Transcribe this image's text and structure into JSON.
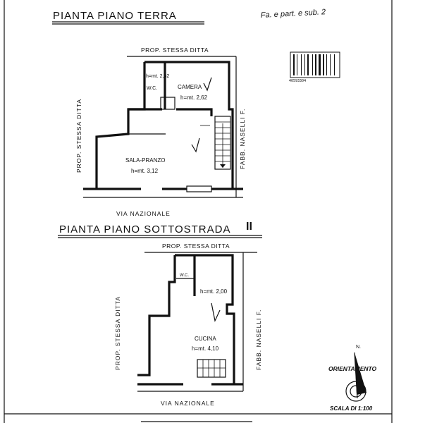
{
  "titles": {
    "ground_floor": "PIANTA  PIANO  TERRA",
    "handwritten_ref": "Fa. e  part. e  sub. 2",
    "basement": "PIANTA  PIANO  SOTTOSTRADA",
    "basement_numeral": "II"
  },
  "barcode": {
    "number": "40593304"
  },
  "ground_floor": {
    "north_neighbor": "PROP. STESSA DITTA",
    "west_neighbor": "PROP. STESSA DITTA",
    "east_neighbor": "FABB. NASELLI F.",
    "street": "VIA NAZIONALE",
    "rooms": {
      "wc_height": "h=mt. 2,62",
      "wc_label": "W.C.",
      "camera_label": "CAMERA",
      "camera_height": "h=mt. 2,62",
      "sala_label": "SALA-PRANZO",
      "sala_height": "h=mt. 3,12"
    }
  },
  "basement_floor": {
    "north_neighbor": "PROP. STESSA DITTA",
    "west_neighbor": "PROP. STESSA DITTA",
    "east_neighbor": "FABB. NASELLI F.",
    "street": "VIA NAZIONALE",
    "rooms": {
      "wc_label": "W.C.",
      "room_height": "h=mt. 2,00",
      "cucina_label": "CUCINA",
      "cucina_height": "h=mt. 4,10"
    }
  },
  "legend": {
    "north_letter": "N.",
    "orientation": "ORIENTAMENTO",
    "scale": "SCALA DI 1:100"
  }
}
